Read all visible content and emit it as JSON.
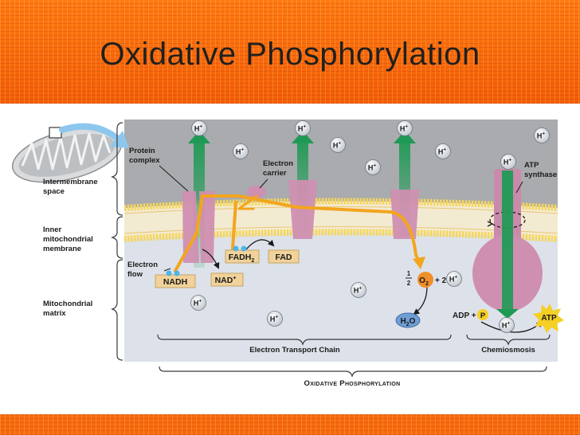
{
  "slide": {
    "title": "Oxidative Phosphorylation"
  },
  "diagram": {
    "side_labels": {
      "intermembrane": [
        "Intermembrane",
        "space"
      ],
      "inner_membrane": [
        "Inner",
        "mitochondrial",
        "membrane"
      ],
      "matrix": [
        "Mitochondrial",
        "matrix"
      ]
    },
    "callouts": {
      "protein_complex": [
        "Protein",
        "complex"
      ],
      "electron_carrier": [
        "Electron",
        "carrier"
      ],
      "electron_flow": [
        "Electron",
        "flow"
      ],
      "atp_synthase": [
        "ATP",
        "synthase"
      ]
    },
    "proton_label": "H",
    "proton_charge": "+",
    "molecules": {
      "nadh": "NADH",
      "nad": "NAD",
      "nad_charge": "+",
      "fadh2": "FADH",
      "fadh2_sub": "2",
      "fad": "FAD",
      "half_num": "1",
      "half_den": "2",
      "o2": "O",
      "o2_sub": "2",
      "plus_two": "+ 2",
      "h2o_h": "H",
      "h2o_sub": "2",
      "h2o_o": "O",
      "adp": "ADP +",
      "p": "P",
      "atp": "ATP"
    },
    "brackets": {
      "etc": "Electron Transport Chain",
      "chemiosmosis": "Chemiosmosis",
      "oxphos": "Oxidative Phosphorylation"
    },
    "colors": {
      "intermembrane": "#a9abae",
      "matrix": "#dde2ea",
      "membrane_heads": "#f6d65a",
      "protein": "#cf8fb1",
      "proton_gradient": "#1f9a55",
      "electron_path": "#f3a51e",
      "oxygen": "#f0902a",
      "atp_badge": "#f5cf24",
      "water": "#6e9ed4"
    }
  }
}
